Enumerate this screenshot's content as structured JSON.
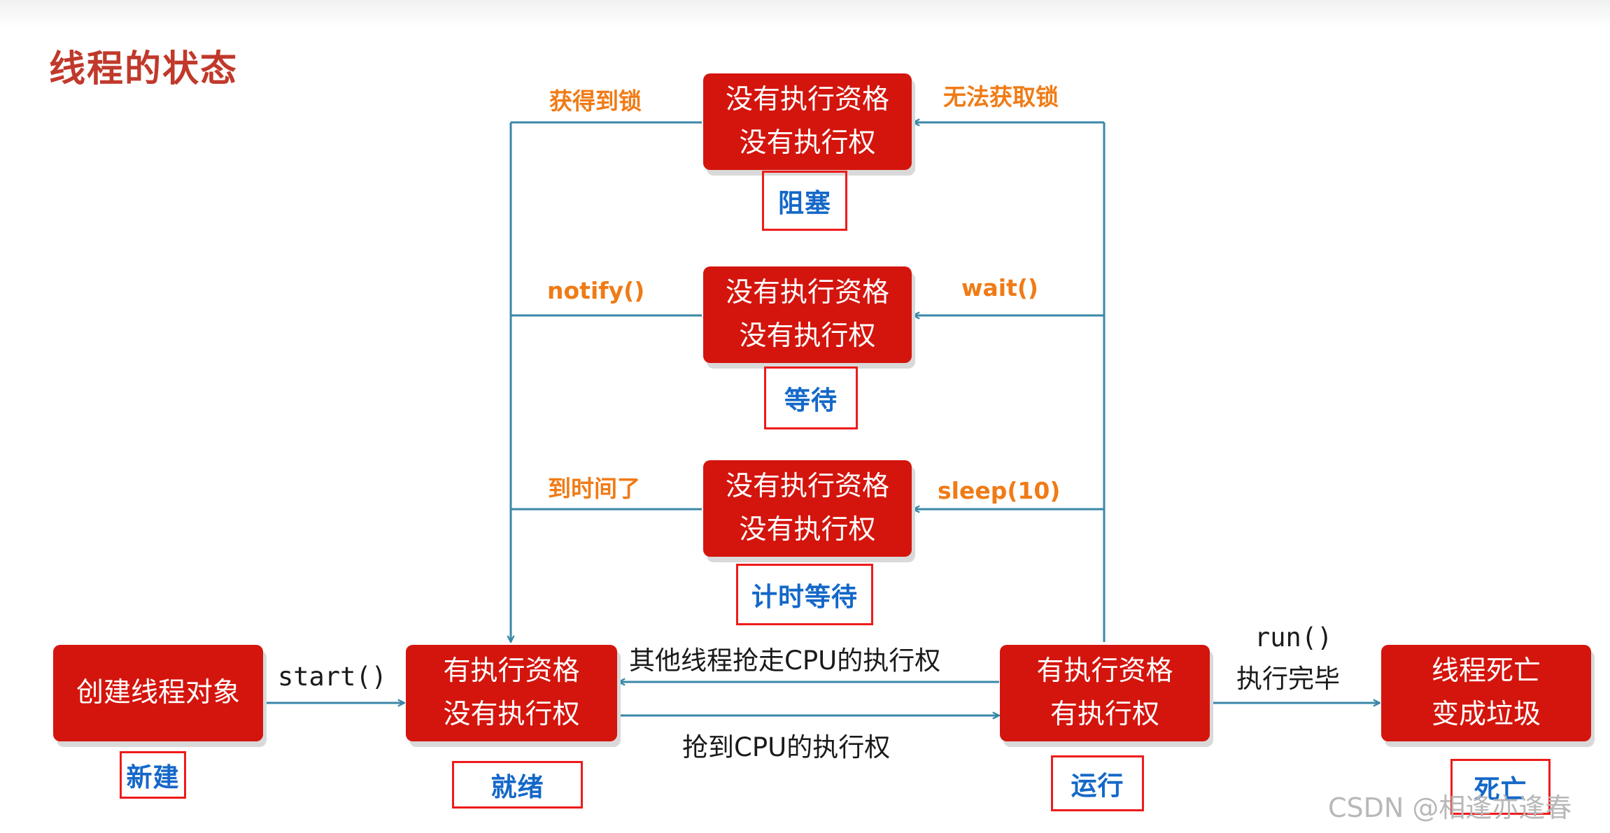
{
  "title": "线程的状态",
  "boxes": {
    "new": {
      "lines": [
        "创建线程对象"
      ],
      "state": "新建"
    },
    "runnable": {
      "lines": [
        "有执行资格",
        "没有执行权"
      ],
      "state": "就绪"
    },
    "running": {
      "lines": [
        "有执行资格",
        "有执行权"
      ],
      "state": "运行"
    },
    "dead": {
      "lines": [
        "线程死亡",
        "变成垃圾"
      ],
      "state": "死亡"
    },
    "blocked": {
      "lines": [
        "没有执行资格",
        "没有执行权"
      ],
      "state": "阻塞"
    },
    "waiting": {
      "lines": [
        "没有执行资格",
        "没有执行权"
      ],
      "state": "等待"
    },
    "timed_waiting": {
      "lines": [
        "没有执行资格",
        "没有执行权"
      ],
      "state": "计时等待"
    }
  },
  "transitions": {
    "start": "start()",
    "preempted": "其他线程抢走CPU的执行权",
    "got_cpu": "抢到CPU的执行权",
    "run_done_1": "run()",
    "run_done_2": "执行完毕",
    "cannot_get_lock": "无法获取锁",
    "got_lock": "获得到锁",
    "wait": "wait()",
    "notify": "notify()",
    "sleep": "sleep(10)",
    "time_up": "到时间了"
  },
  "colors": {
    "box": "#d4150d",
    "arrow": "#3a87a8",
    "state_text": "#1468c8",
    "state_border": "#ee1b1b",
    "orange_label": "#f07b16",
    "title": "#c0392b"
  },
  "watermark": "CSDN @相逢亦逢春"
}
